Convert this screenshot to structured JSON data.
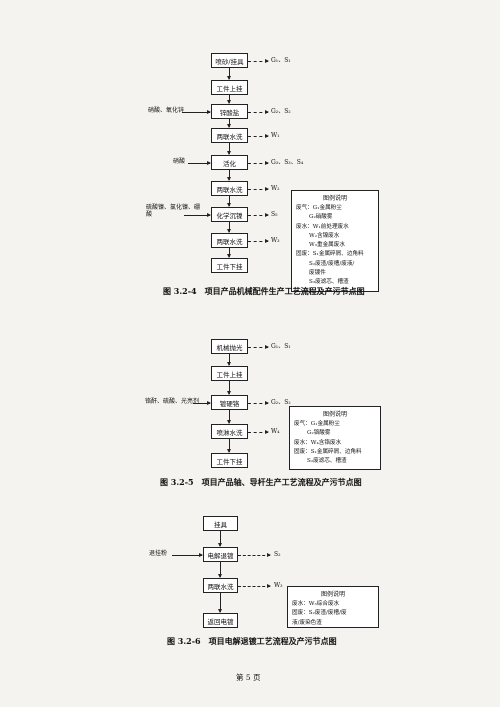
{
  "fig4": {
    "steps": [
      "喷砂/挂具",
      "工件上挂",
      "锌酸盐",
      "两联水洗",
      "活化",
      "两联水洗",
      "化学沉镍",
      "两联水洗",
      "工件下挂"
    ],
    "outputs": [
      "G₁、S₁",
      "G₂、S₂",
      "W₁",
      "G₃、S₃、S₄",
      "W₂",
      "S₅",
      "W₃"
    ],
    "inputs": [
      "硝酸、氧化锌",
      "硝酸",
      "硫酸镍、氯化镍、硼酸"
    ],
    "legend": {
      "title": "图例说明",
      "lines": [
        "废气：G₁金属粉尘",
        "G₂硝酸雾",
        "废水：W₁前处理废水",
        "W₂含镍废水",
        "W₃重金属废水",
        "固废：S₁金属碎屑、边角料",
        "S₂废渣/废槽/废液/",
        "废镀件",
        "S₃废滤芯、槽渣"
      ]
    },
    "caption": "图 3.2-4　项目产品机械配件生产工艺流程及产污节点图"
  },
  "fig5": {
    "steps": [
      "机械抛光",
      "工件上挂",
      "镀硬铬",
      "喷淋水洗",
      "工件下挂"
    ],
    "outputs": [
      "G₁、S₁",
      "G₂、S₂",
      "W₄"
    ],
    "inputs": [
      "铬酐、硫酸、光亮剂"
    ],
    "legend": {
      "title": "图例说明",
      "lines": [
        "废气：G₁金属粉尘",
        "G₂铬酸雾",
        "废水：W₄含铬废水",
        "固废：S₁金属碎屑、边角料",
        "S₂废滤芯、槽渣"
      ]
    },
    "caption": "图 3.2-5　项目产品轴、导杆生产工艺流程及产污节点图"
  },
  "fig6": {
    "steps": [
      "挂具",
      "电解退镀",
      "两联水洗",
      "返回电镀"
    ],
    "outputs": [
      "S₂",
      "W₃"
    ],
    "inputs": [
      "退挂粉"
    ],
    "legend": {
      "title": "图例说明",
      "lines": [
        "废水：W₃综合废水",
        "固废：S₂废渣/废槽/废",
        "液/废染色渣"
      ]
    },
    "caption": "图 3.2-6　项目电解退镀工艺流程及产污节点图"
  },
  "page_number": "第 5 页"
}
